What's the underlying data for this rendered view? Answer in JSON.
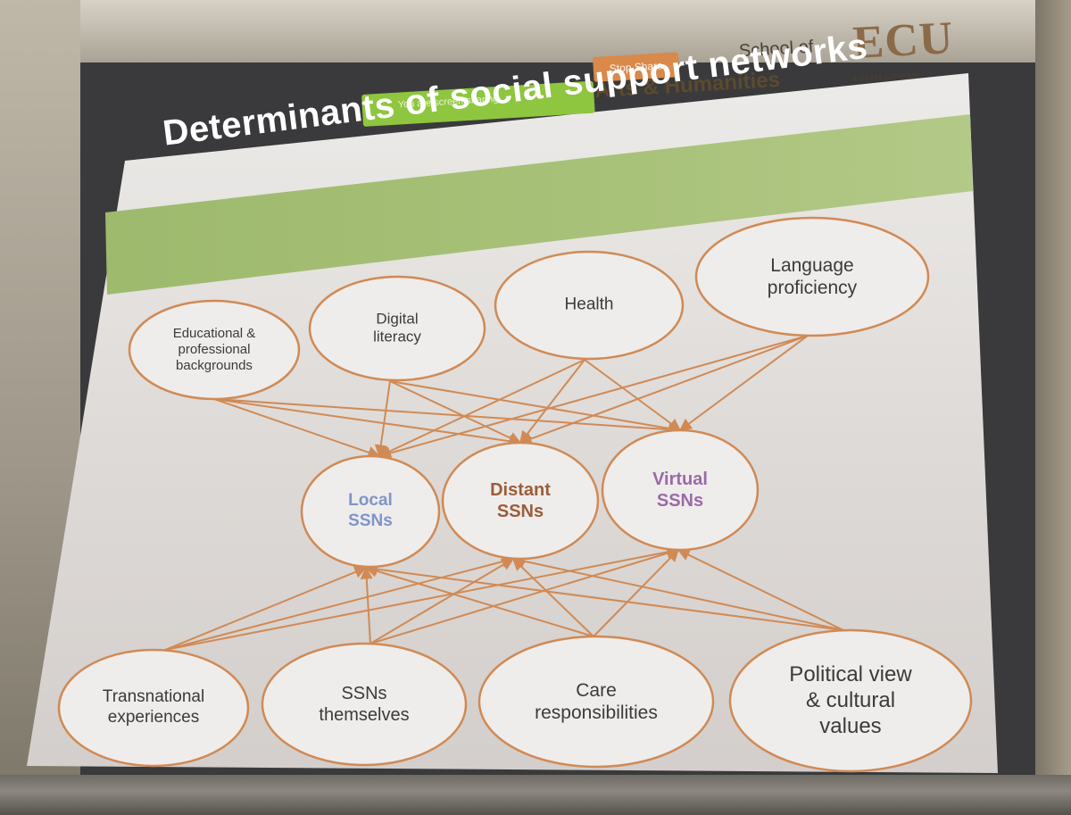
{
  "screen_share": {
    "status_text": "You are screen sharing",
    "stop_label": "Stop Share"
  },
  "header": {
    "school_line1": "School of",
    "school_line2": "Arts & Humanities",
    "logo_letters": "ECU",
    "logo_subtitle": "EDITH COWAN"
  },
  "slide": {
    "title": "Determinants of social support networks"
  },
  "colors": {
    "edge": "#d08a55",
    "node_fill": "#efedeb",
    "band": "#a6c176",
    "local": "#7f94c9",
    "distant": "#9a5e3a",
    "virtual": "#9a6aa8"
  },
  "diagram": {
    "nodes": [
      {
        "id": "edu",
        "label": "Educational &\nprofessional\nbackgrounds",
        "tier": "top"
      },
      {
        "id": "digital",
        "label": "Digital\nliteracy",
        "tier": "top"
      },
      {
        "id": "health",
        "label": "Health",
        "tier": "top"
      },
      {
        "id": "lang",
        "label": "Language\nproficiency",
        "tier": "top"
      },
      {
        "id": "local",
        "label": "Local\nSSNs",
        "tier": "middle",
        "color_key": "local"
      },
      {
        "id": "distant",
        "label": "Distant\nSSNs",
        "tier": "middle",
        "color_key": "distant"
      },
      {
        "id": "virtual",
        "label": "Virtual\nSSNs",
        "tier": "middle",
        "color_key": "virtual"
      },
      {
        "id": "trans",
        "label": "Transnational\nexperiences",
        "tier": "bottom"
      },
      {
        "id": "ssn",
        "label": "SSNs\nthemselves",
        "tier": "bottom"
      },
      {
        "id": "care",
        "label": "Care\nresponsibilities",
        "tier": "bottom"
      },
      {
        "id": "political",
        "label": "Political view\n& cultural\nvalues",
        "tier": "bottom"
      }
    ],
    "edges": [
      [
        "edu",
        "local"
      ],
      [
        "edu",
        "distant"
      ],
      [
        "edu",
        "virtual"
      ],
      [
        "digital",
        "local"
      ],
      [
        "digital",
        "distant"
      ],
      [
        "digital",
        "virtual"
      ],
      [
        "health",
        "local"
      ],
      [
        "health",
        "distant"
      ],
      [
        "health",
        "virtual"
      ],
      [
        "lang",
        "local"
      ],
      [
        "lang",
        "distant"
      ],
      [
        "lang",
        "virtual"
      ],
      [
        "trans",
        "local"
      ],
      [
        "trans",
        "distant"
      ],
      [
        "trans",
        "virtual"
      ],
      [
        "ssn",
        "local"
      ],
      [
        "ssn",
        "distant"
      ],
      [
        "ssn",
        "virtual"
      ],
      [
        "care",
        "local"
      ],
      [
        "care",
        "distant"
      ],
      [
        "care",
        "virtual"
      ],
      [
        "political",
        "local"
      ],
      [
        "political",
        "distant"
      ],
      [
        "political",
        "virtual"
      ]
    ]
  }
}
